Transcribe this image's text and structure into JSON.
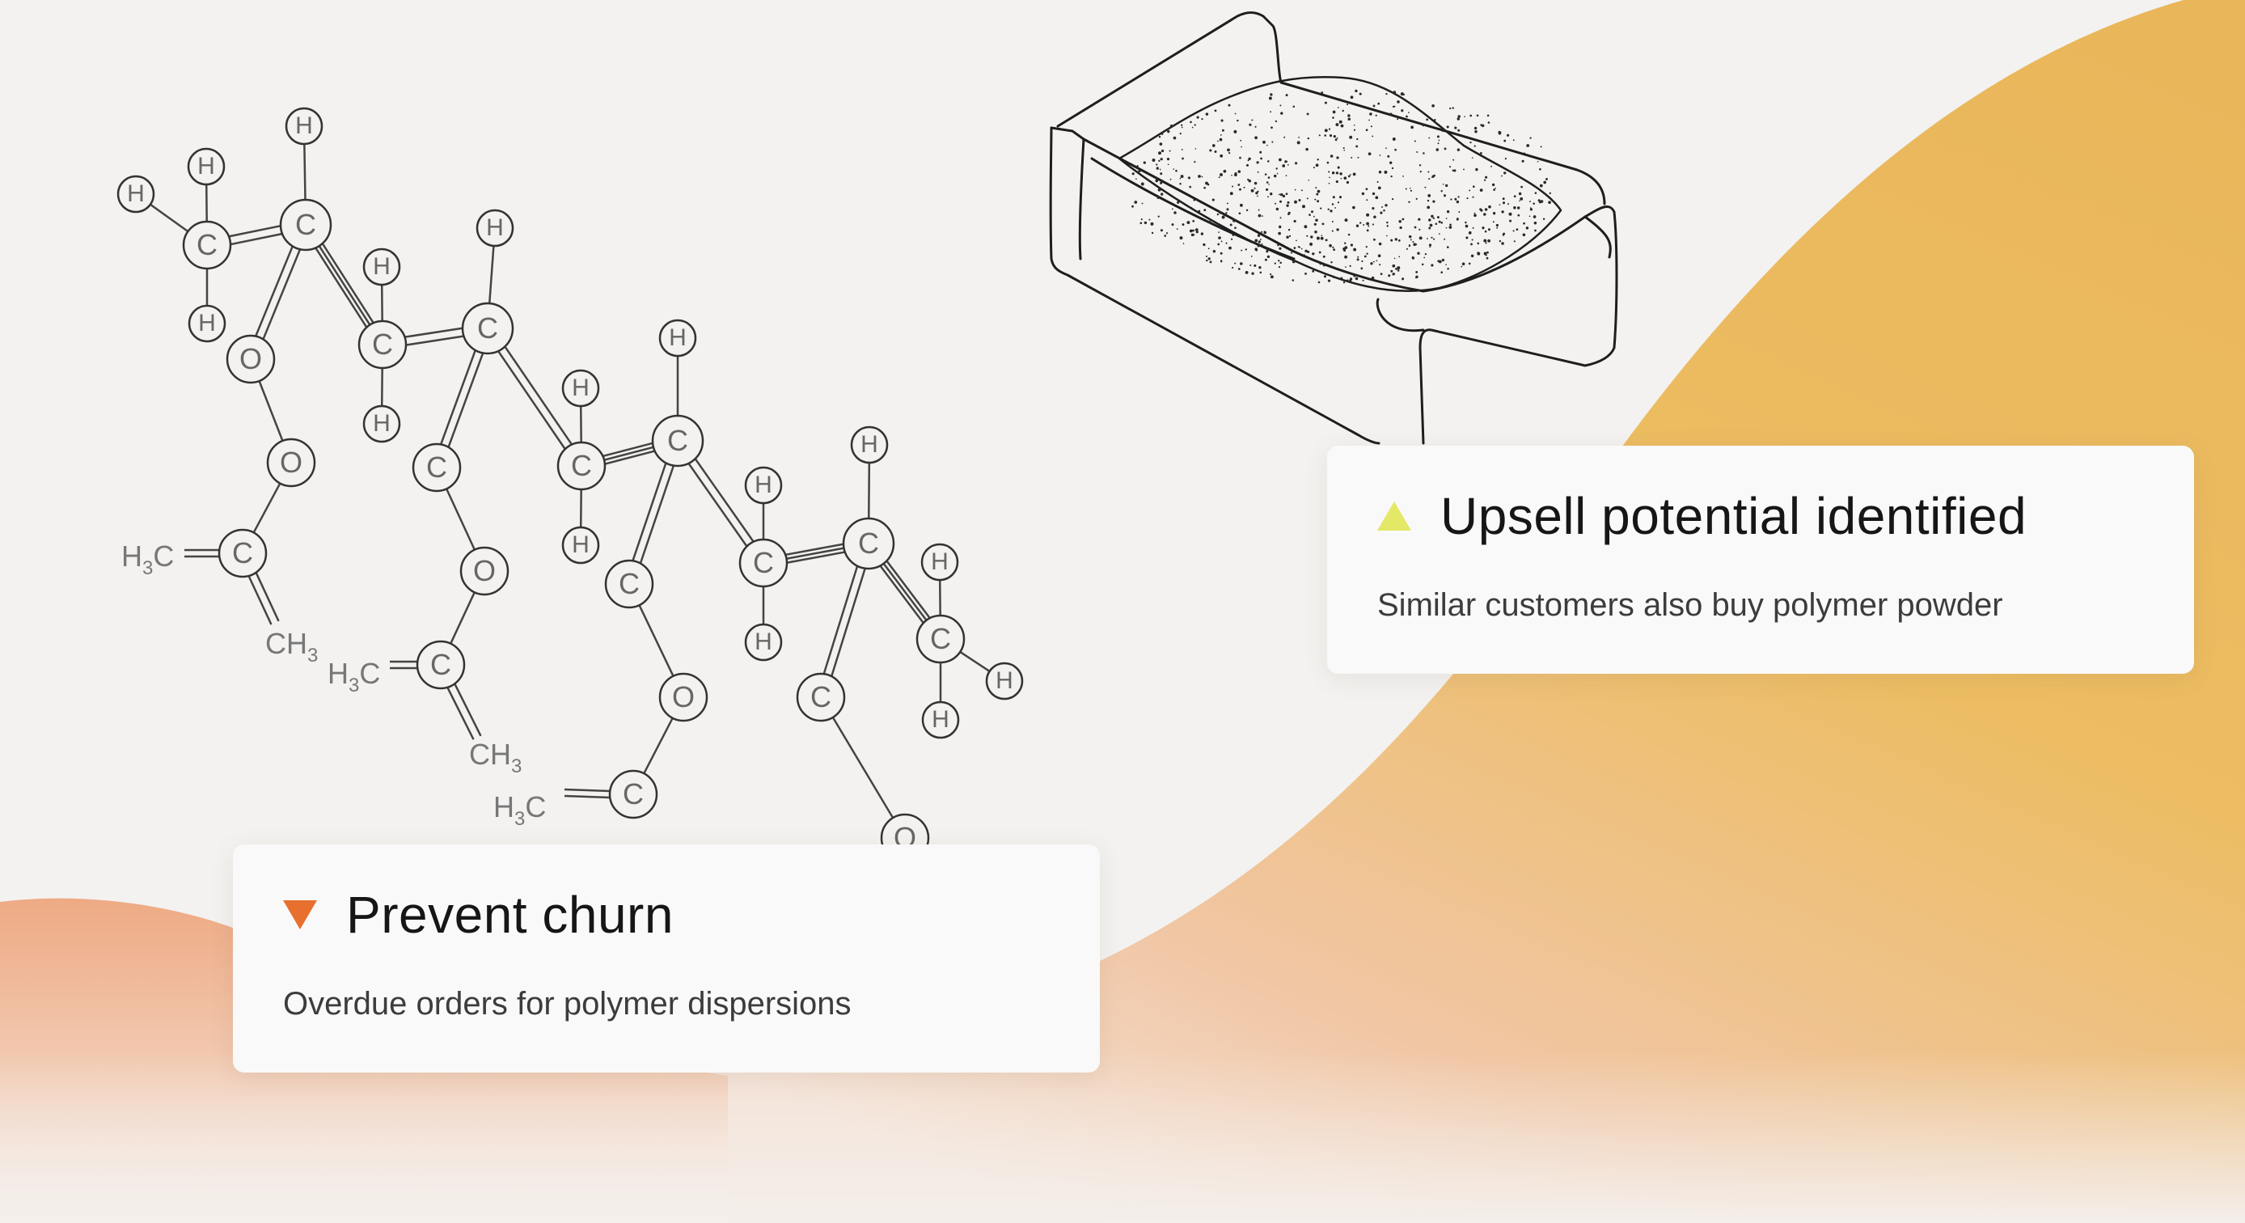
{
  "upsell_card": {
    "title": "Upsell potential identified",
    "subtitle": "Similar customers also buy polymer powder",
    "indicator": "triangle-up-icon",
    "indicator_color": "#e3e866"
  },
  "churn_card": {
    "title": "Prevent churn",
    "subtitle": "Overdue orders for polymer dispersions",
    "indicator": "triangle-down-icon",
    "indicator_color": "#e8702f"
  },
  "molecule": {
    "atom_labels": {
      "carbon": "C",
      "hydrogen": "H",
      "oxygen": "O"
    },
    "methyl_groups": [
      "H3C",
      "CH3",
      "H3C",
      "CH3",
      "H3C"
    ]
  },
  "colors": {
    "background": "#f3f2f0",
    "gradient_orange": "#f0b06a",
    "gradient_yellow": "#e9bb5a",
    "gradient_peach": "#f2c2a8"
  }
}
